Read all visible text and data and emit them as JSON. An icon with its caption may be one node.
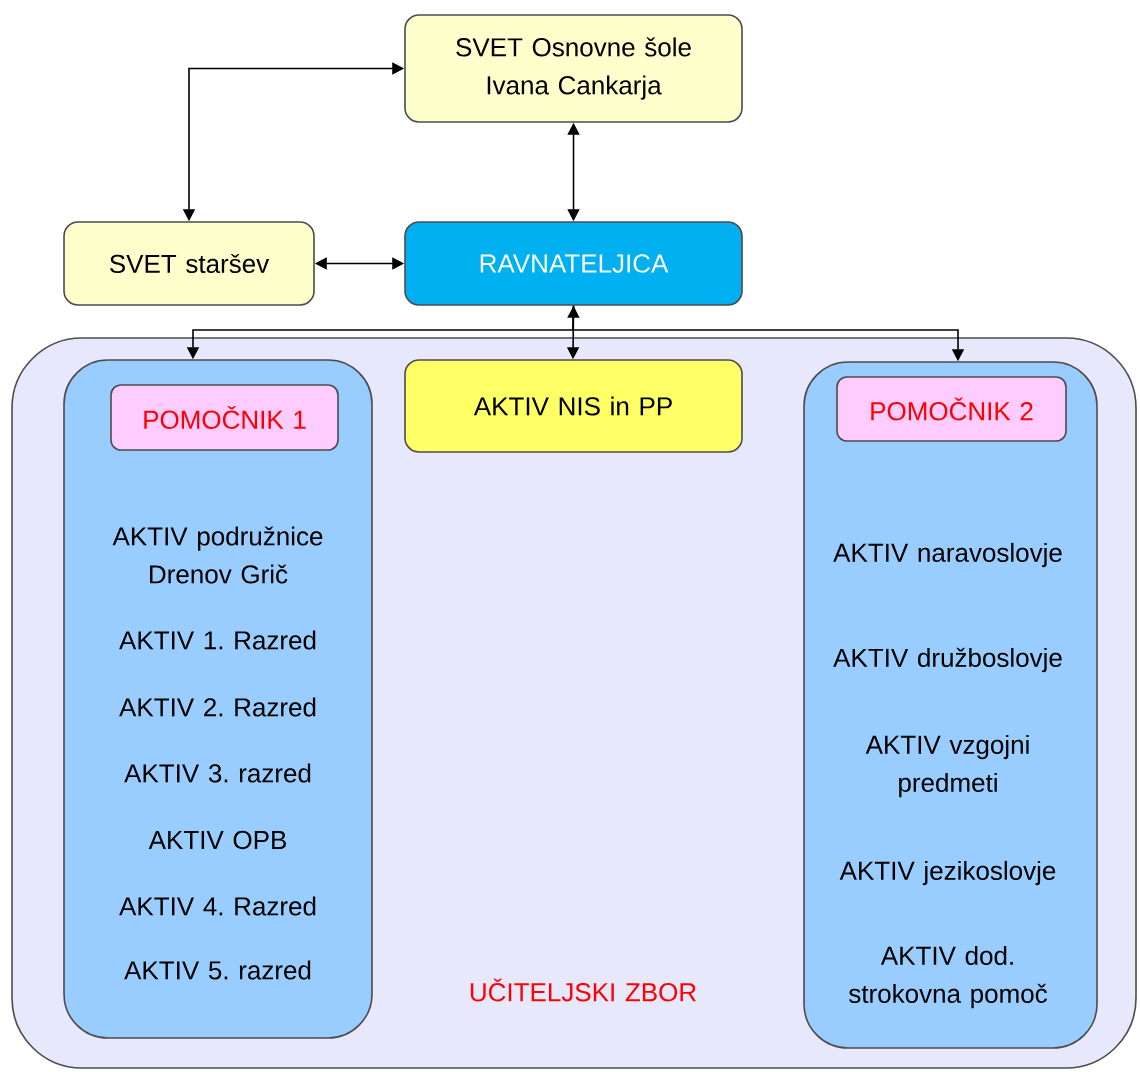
{
  "diagram": {
    "nodes": [
      {
        "text": [
          "SVET Osnovne šole Ivana Cankarja"
        ]
      },
      {
        "text": [
          "SVET staršev"
        ]
      },
      {
        "text": [
          "RAVNATELJICA"
        ]
      },
      {
        "text": [
          "UČITELJSKI ZBOR"
        ]
      },
      {
        "text": [
          "AKTIV podružnice Drenov Grič",
          "AKTIV 1. Razred",
          "AKTIV 2. Razred",
          "AKTIV 3. razred",
          "AKTIV OPB",
          "AKTIV 4. Razred",
          "AKTIV 5. razred"
        ],
        "in": 3
      },
      {
        "text": [
          "POMOČNIK 1"
        ],
        "in": 4
      },
      {
        "text": [
          "AKTIV NIS in PP"
        ],
        "in": 3
      },
      {
        "text": [
          "AKTIV naravoslovje",
          "AKTIV družboslovje",
          "AKTIV vzgojni predmeti",
          "AKTIV jezikoslovje",
          "AKTIV dod. strokovna pomoč"
        ],
        "in": 3
      },
      {
        "text": [
          "POMOČNIK 2"
        ],
        "in": 7
      }
    ],
    "edges": [
      {
        "from": 1,
        "to": 0,
        "arrow": "both"
      },
      {
        "from": 0,
        "to": 2,
        "arrow": "both"
      },
      {
        "from": 1,
        "to": 2,
        "arrow": "both"
      },
      {
        "from": 2,
        "to": 4,
        "arrow": "to"
      },
      {
        "from": 2,
        "to": 6,
        "arrow": "both"
      },
      {
        "from": 2,
        "to": 7,
        "arrow": "to"
      }
    ]
  }
}
